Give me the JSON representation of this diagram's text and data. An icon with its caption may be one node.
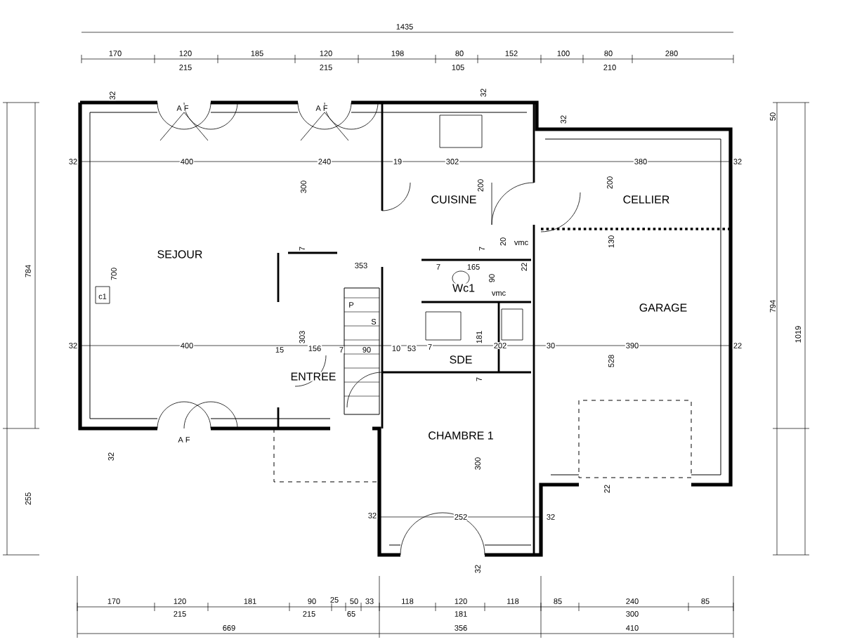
{
  "diagram": {
    "labels": [
      "1435",
      "170",
      "120",
      "185",
      "120",
      "198",
      "80",
      "152",
      "100",
      "80",
      "280",
      "215",
      "215",
      "105",
      "210",
      "32",
      "A F",
      "A F",
      "32",
      "32",
      "50",
      "32",
      "400",
      "240",
      "19",
      "302",
      "380",
      "32",
      "300",
      "200",
      "200",
      "CUISINE",
      "CELLIER",
      "784",
      "700",
      "SEJOUR",
      "7",
      "353",
      "20",
      "vmc",
      "130",
      "7",
      "7",
      "165",
      "22",
      "90",
      "c1",
      "Wc1",
      "vmc",
      "P",
      "S",
      "GARAGE",
      "794",
      "303",
      "181",
      "1019",
      "32",
      "400",
      "15",
      "156",
      "7",
      "90",
      "10",
      "53",
      "7",
      "202",
      "30",
      "390",
      "22",
      "528",
      "SDE",
      "ENTREE",
      "7",
      "CHAMBRE 1",
      "A F",
      "32",
      "300",
      "22",
      "255",
      "32",
      "252",
      "32",
      "32",
      "170",
      "120",
      "181",
      "90",
      "25",
      "50",
      "33",
      "118",
      "120",
      "118",
      "85",
      "240",
      "85",
      "215",
      "215",
      "65",
      "181",
      "300",
      "669",
      "356",
      "410"
    ]
  }
}
